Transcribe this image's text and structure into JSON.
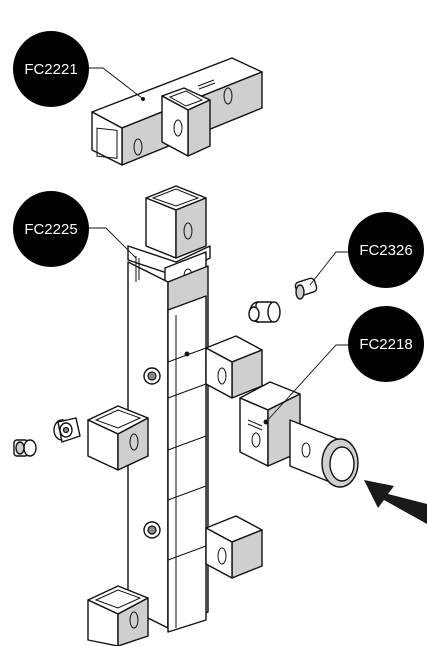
{
  "labels": {
    "fc2221": "FC2221",
    "fc2225": "FC2225",
    "fc2326": "FC2326",
    "fc2218": "FC2218"
  },
  "colors": {
    "badge": "#000000",
    "badge_text": "#ffffff",
    "line": "#111111",
    "arrow": "#1a1a1a"
  }
}
